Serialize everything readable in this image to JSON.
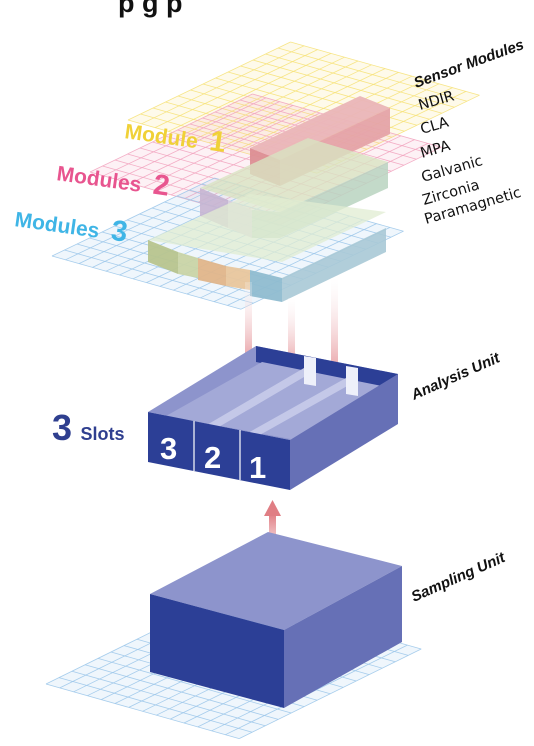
{
  "title": "p  g    p",
  "sensor_modules": {
    "header": "Sensor Modules",
    "items": [
      "NDIR",
      "CLA",
      "MPA",
      "Galvanic",
      "Zirconia",
      "Paramagnetic"
    ]
  },
  "module_labels": [
    {
      "text": "Module",
      "number": "1",
      "color": "#f0d138"
    },
    {
      "text": "Modules",
      "number": "2",
      "color": "#e8558f"
    },
    {
      "text": "Modules",
      "number": "3",
      "color": "#3fb5e6"
    }
  ],
  "analysis_unit": {
    "label": "Analysis Unit",
    "slots": [
      "3",
      "2",
      "1"
    ]
  },
  "slots_label": {
    "number": "3",
    "text": "Slots",
    "color": "#2f3f8f"
  },
  "sampling_unit": {
    "label": "Sampling Unit"
  },
  "colors": {
    "box_front": "#2c3f96",
    "box_side": "#6670b6",
    "box_top": "#8d94cc",
    "arrow": "#e07e84",
    "grid_yellow": "#f6e27a",
    "grid_pink": "#f2a5c0",
    "grid_blue": "#9dc8ea"
  }
}
